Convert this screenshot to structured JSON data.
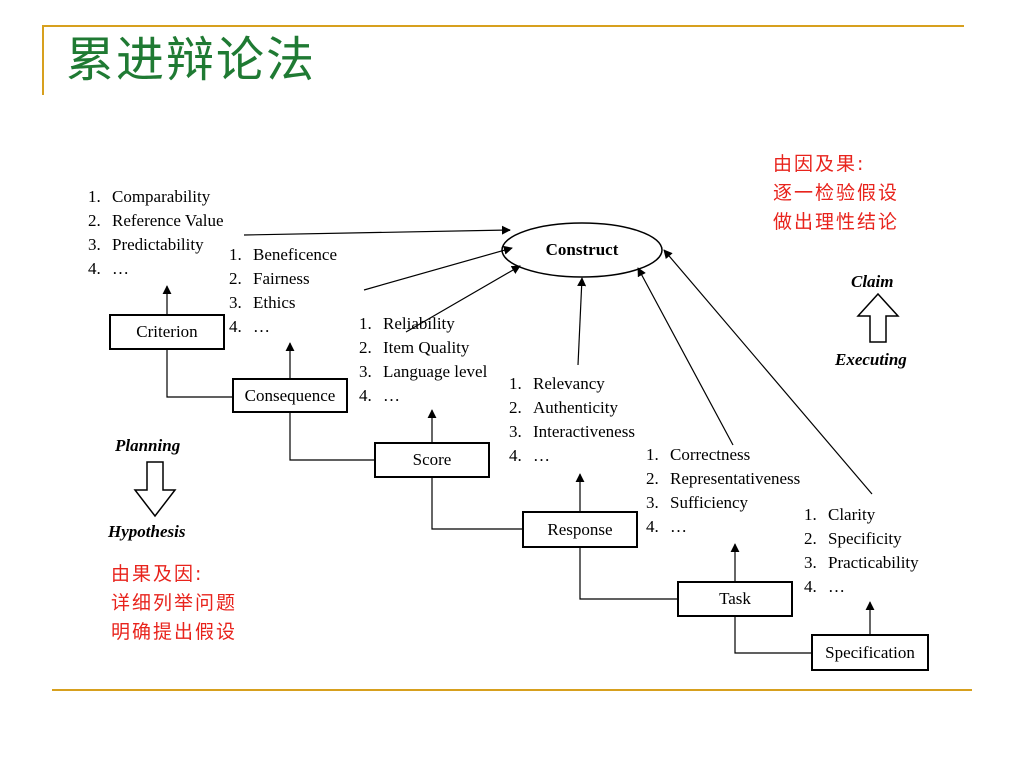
{
  "slide": {
    "title": "累进辩论法"
  },
  "colors": {
    "title": "#1f7a33",
    "rule": "#d7a01e",
    "note": "#e8231c"
  },
  "diagram": {
    "construct": "Construct",
    "boxes": {
      "criterion": "Criterion",
      "consequence": "Consequence",
      "score": "Score",
      "response": "Response",
      "task": "Task",
      "specification": "Specification"
    },
    "lists": {
      "criterion": [
        {
          "n": "1.",
          "t": "Comparability"
        },
        {
          "n": "2.",
          "t": "Reference Value"
        },
        {
          "n": "3.",
          "t": "Predictability"
        },
        {
          "n": "4.",
          "t": "…"
        }
      ],
      "consequence": [
        {
          "n": "1.",
          "t": "Beneficence"
        },
        {
          "n": "2.",
          "t": "Fairness"
        },
        {
          "n": "3.",
          "t": "Ethics"
        },
        {
          "n": "4.",
          "t": "…"
        }
      ],
      "score": [
        {
          "n": "1.",
          "t": "Reliability"
        },
        {
          "n": "2.",
          "t": "Item Quality"
        },
        {
          "n": "3.",
          "t": "Language level"
        },
        {
          "n": "4.",
          "t": "…"
        }
      ],
      "response": [
        {
          "n": "1.",
          "t": "Relevancy"
        },
        {
          "n": "2.",
          "t": "Authenticity"
        },
        {
          "n": "3.",
          "t": "Interactiveness"
        },
        {
          "n": "4.",
          "t": "…"
        }
      ],
      "task": [
        {
          "n": "1.",
          "t": "Correctness"
        },
        {
          "n": "2.",
          "t": "Representativeness"
        },
        {
          "n": "3.",
          "t": "Sufficiency"
        },
        {
          "n": "4.",
          "t": "…"
        }
      ],
      "specification": [
        {
          "n": "1.",
          "t": "Clarity"
        },
        {
          "n": "2.",
          "t": "Specificity"
        },
        {
          "n": "3.",
          "t": "Practicability"
        },
        {
          "n": "4.",
          "t": "…"
        }
      ]
    },
    "claim": "Claim",
    "executing": "Executing",
    "planning": "Planning",
    "hypothesis": "Hypothesis",
    "notes": {
      "top_right": [
        "由因及果:",
        "逐一检验假设",
        "做出理性结论"
      ],
      "bottom_left": [
        "由果及因:",
        "详细列举问题",
        "明确提出假设"
      ]
    }
  }
}
